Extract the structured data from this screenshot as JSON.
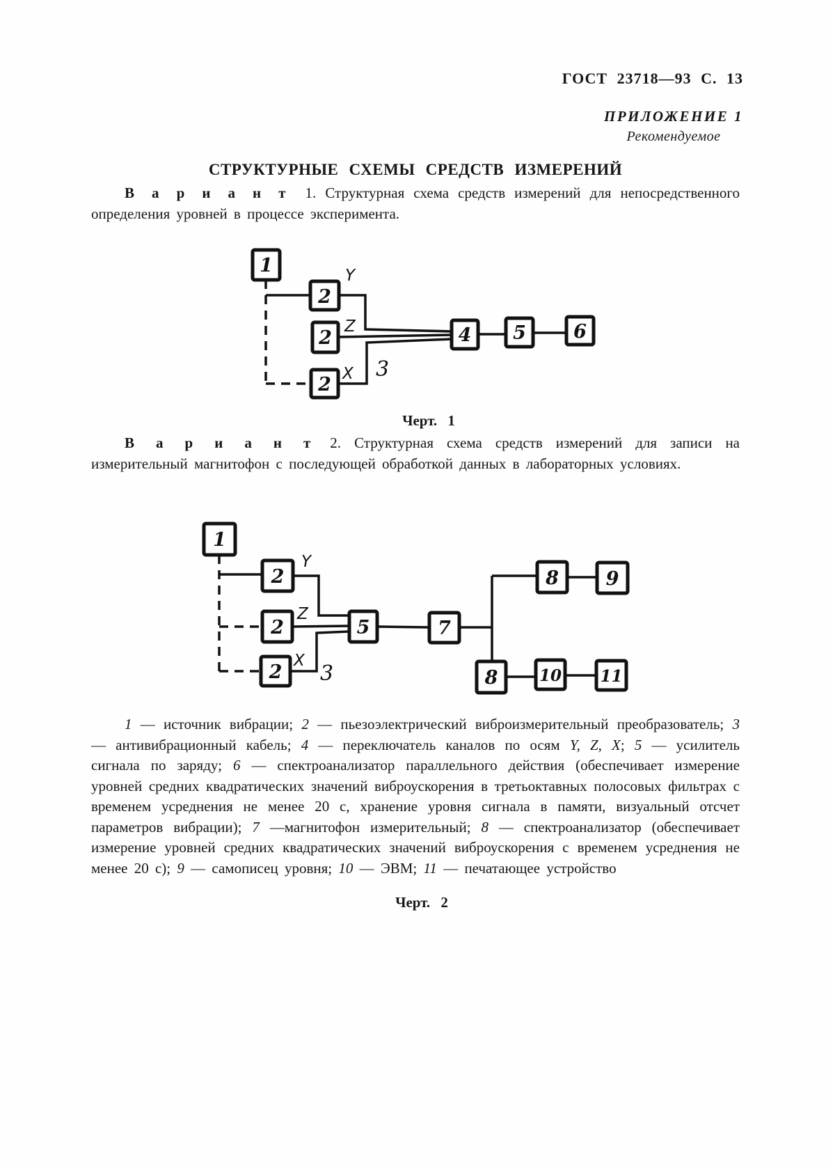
{
  "page": {
    "header": "ГОСТ 23718—93 С. 13",
    "appendix": {
      "line1": "ПРИЛОЖЕНИЕ 1",
      "line2": "Рекомендуемое"
    },
    "title": "СТРУКТУРНЫЕ СХЕМЫ СРЕДСТВ ИЗМЕРЕНИЙ"
  },
  "variant1": {
    "label": "В а р и а н т",
    "number": "1.",
    "text": "Структурная схема средств измерений для непосредственного определения уровней в процессе эксперимента."
  },
  "variant2": {
    "label": "В а р и а н т",
    "number": "2.",
    "text": "Структурная схема средств измерений для записи на измерительный магнитофон с последующей обработкой данных в лабораторных условиях."
  },
  "diagram1": {
    "caption": "Черт. 1",
    "box_labels": [
      "1",
      "2",
      "2",
      "2",
      "4",
      "5",
      "6"
    ],
    "axis_labels": [
      "Y",
      "Z",
      "X"
    ],
    "cable_label": "3"
  },
  "diagram2": {
    "caption": "Черт. 2",
    "box_labels": [
      "1",
      "2",
      "2",
      "2",
      "5",
      "7",
      "8",
      "9",
      "8",
      "10",
      "11"
    ],
    "axis_labels": [
      "Y",
      "Z",
      "X"
    ],
    "cable_label": "3"
  },
  "legend": {
    "segments": [
      {
        "i": true,
        "t": "1"
      },
      {
        "i": false,
        "t": " — источник вибрации; "
      },
      {
        "i": true,
        "t": "2"
      },
      {
        "i": false,
        "t": " — пьезоэлектрический виброизмерительный преобразователь; "
      },
      {
        "i": true,
        "t": "3"
      },
      {
        "i": false,
        "t": " — антивибрационный кабель; "
      },
      {
        "i": true,
        "t": "4"
      },
      {
        "i": false,
        "t": " — переключатель каналов по осям "
      },
      {
        "i": true,
        "t": "Y, Z, X"
      },
      {
        "i": false,
        "t": "; "
      },
      {
        "i": true,
        "t": "5"
      },
      {
        "i": false,
        "t": " — усилитель сигнала по заряду; "
      },
      {
        "i": true,
        "t": "6"
      },
      {
        "i": false,
        "t": " — спектроанализатор параллельного действия (обеспечивает измерение уровней средних квадратических значений виброускорения в третьоктавных полосовых фильтрах с временем усреднения не менее 20 с, хранение уровня сигнала в памяти, визуальный отсчет параметров вибрации); "
      },
      {
        "i": true,
        "t": "7"
      },
      {
        "i": false,
        "t": " —магнитофон измерительный; "
      },
      {
        "i": true,
        "t": "8"
      },
      {
        "i": false,
        "t": " — спектроанализатор (обеспечивает измерение уровней средних квадратических значений виброускорения с временем усреднения не менее 20 с); "
      },
      {
        "i": true,
        "t": "9"
      },
      {
        "i": false,
        "t": " — самописец уровня; "
      },
      {
        "i": true,
        "t": "10"
      },
      {
        "i": false,
        "t": " — ЭВМ; "
      },
      {
        "i": true,
        "t": "11"
      },
      {
        "i": false,
        "t": " — печатающее устройство"
      }
    ]
  }
}
